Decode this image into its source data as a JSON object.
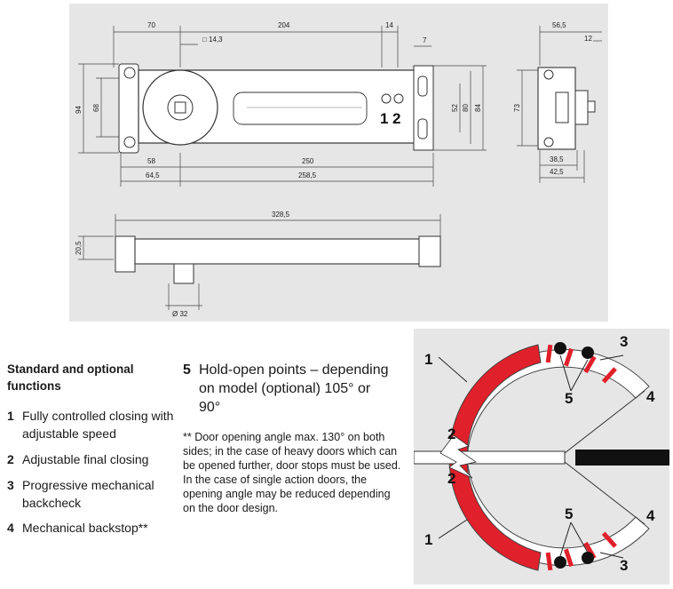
{
  "drawing": {
    "top_dims": [
      "70",
      "204",
      "14",
      "□ 14,3",
      "7",
      "56,5",
      "12"
    ],
    "left_dims": [
      "94",
      "68"
    ],
    "right_dims": [
      "52",
      "80",
      "84",
      "73"
    ],
    "bottom_dims": [
      "58",
      "250",
      "64,5",
      "258,5",
      "38,5",
      "42,5"
    ],
    "side_dims": [
      "328,5",
      "20,5",
      "Ø 32"
    ],
    "callouts": [
      "1",
      "2"
    ]
  },
  "functions": {
    "heading": "Standard and optional functions",
    "items": [
      {
        "num": "1",
        "text": "Fully controlled closing with adjustable speed"
      },
      {
        "num": "2",
        "text": "Adjustable final closing"
      },
      {
        "num": "3",
        "text": "Progressive mechanical backcheck"
      },
      {
        "num": "4",
        "text": "Mechanical backstop**"
      }
    ],
    "hold_open": {
      "num": "5",
      "text": "Hold-open points – depending on model (optional) 105° or 90°"
    },
    "note": "** Door opening angle max. 130° on both sides; in the case of heavy doors which can be opened further, door stops must be used. In the case of single action doors, the opening angle may be reduced depending on the door design."
  },
  "swing_diagram": {
    "labels": [
      "1",
      "2",
      "3",
      "4",
      "5"
    ],
    "colors": {
      "closing": "#e0202a",
      "background": "#e6e6e6",
      "door": "#111111"
    }
  }
}
